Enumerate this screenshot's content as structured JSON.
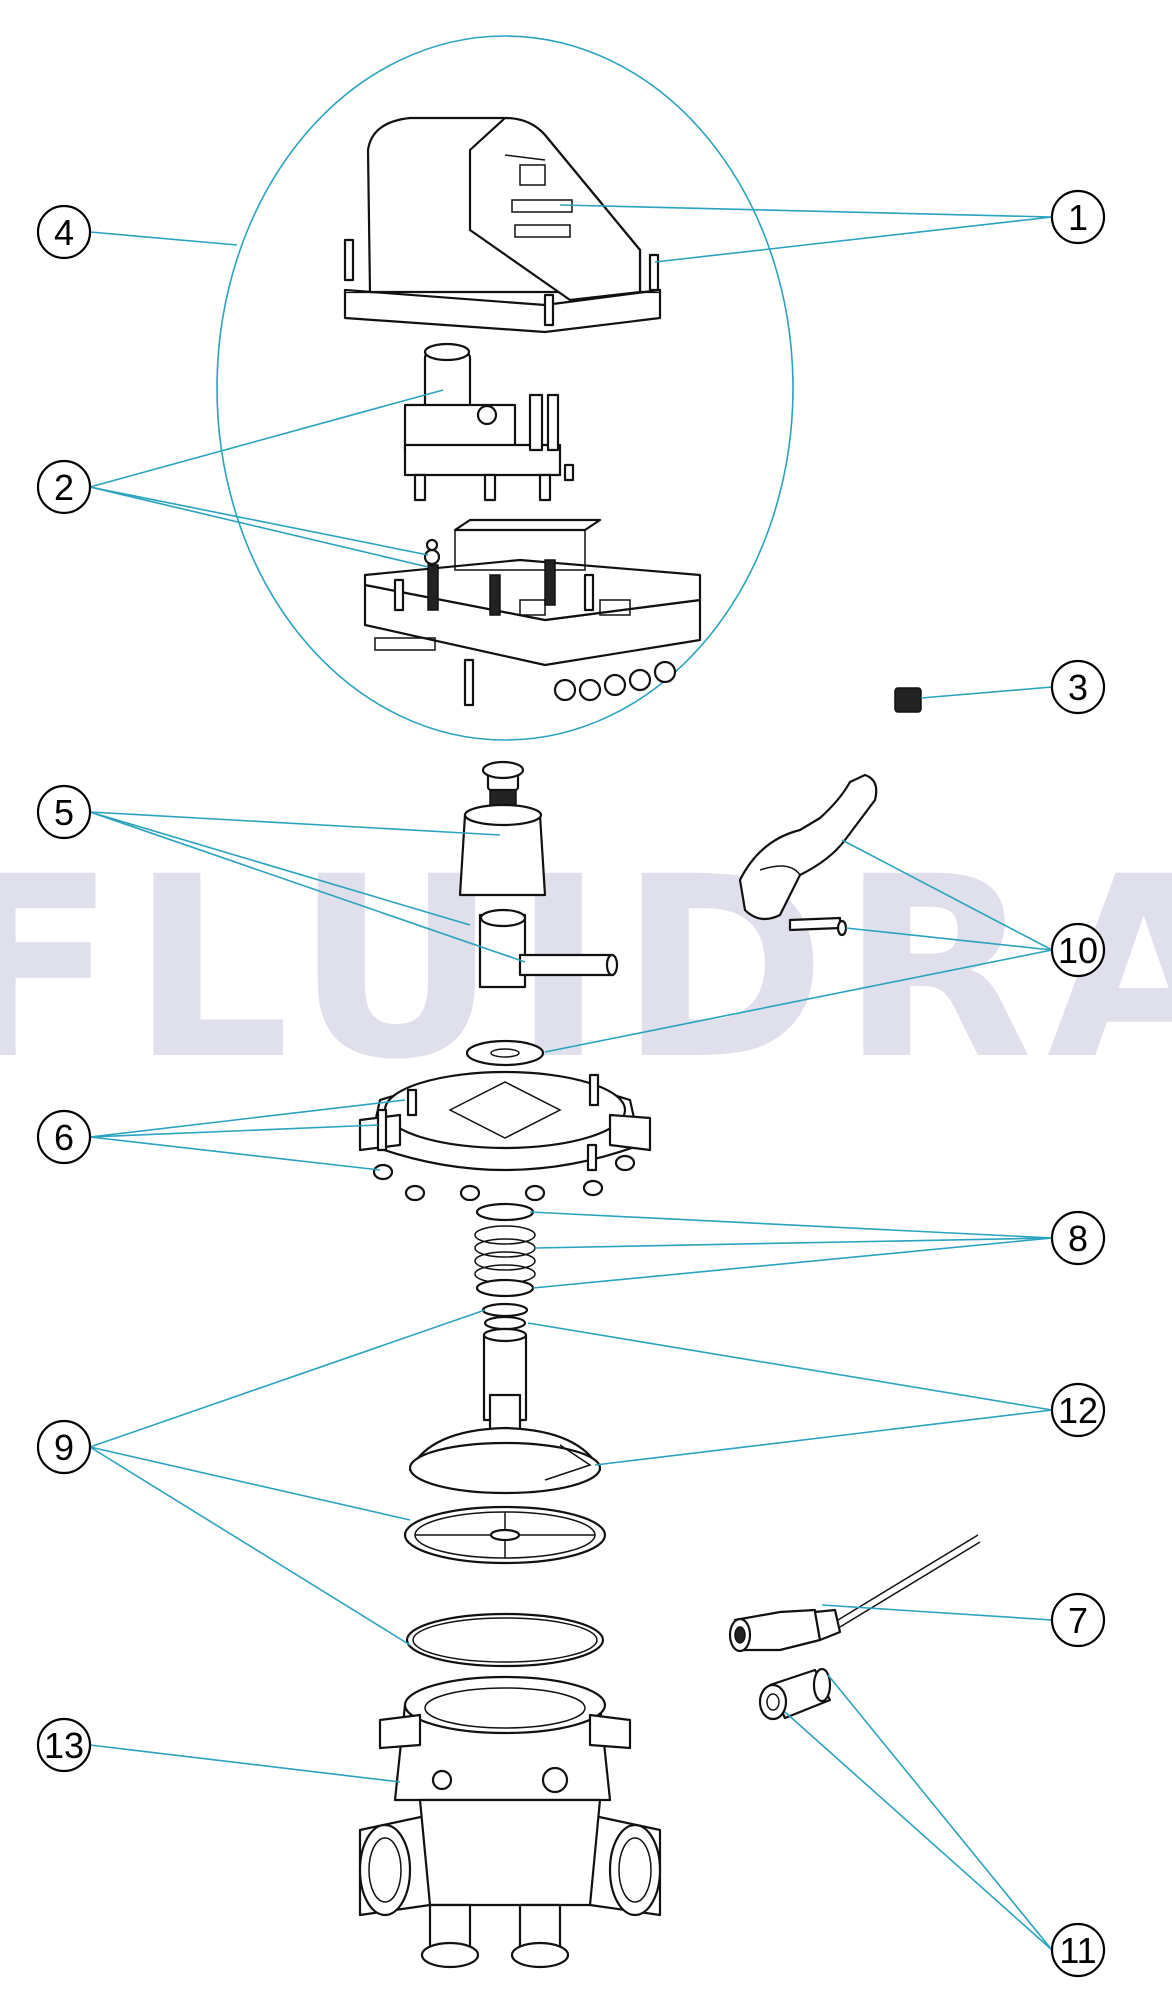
{
  "watermark": {
    "text": "FLUIDRA",
    "color": "#dfe0ec"
  },
  "leader_color": "#2aa3bf",
  "callouts": [
    {
      "id": "c1",
      "label": "1"
    },
    {
      "id": "c2",
      "label": "2"
    },
    {
      "id": "c3",
      "label": "3"
    },
    {
      "id": "c4",
      "label": "4"
    },
    {
      "id": "c5",
      "label": "5"
    },
    {
      "id": "c6",
      "label": "6"
    },
    {
      "id": "c7",
      "label": "7"
    },
    {
      "id": "c8",
      "label": "8"
    },
    {
      "id": "c9",
      "label": "9"
    },
    {
      "id": "c10",
      "label": "10"
    },
    {
      "id": "c11",
      "label": "11"
    },
    {
      "id": "c12",
      "label": "12"
    },
    {
      "id": "c13",
      "label": "13"
    }
  ]
}
